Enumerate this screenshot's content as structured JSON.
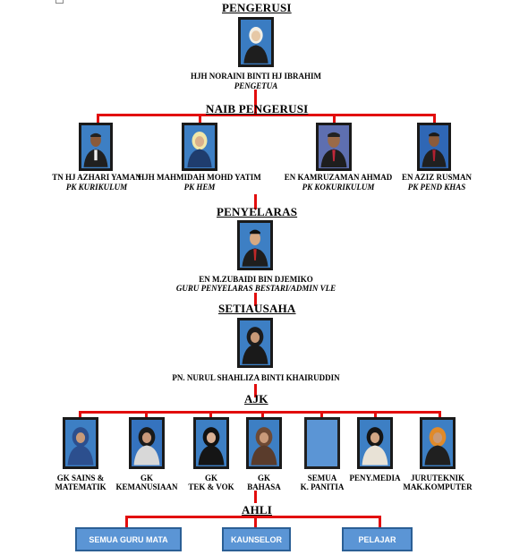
{
  "pengerusi": {
    "heading": "PENGERUSI",
    "name": "HJH NORAINI BINTI HJ IBRAHIM",
    "role": "PENGETUA"
  },
  "naib_pengerusi": {
    "heading": "NAIB PENGERUSI",
    "members": [
      {
        "name": "TN HJ AZHARI YAMAN",
        "role": "PK KURIKULUM"
      },
      {
        "name": "HJH MAHMIDAH MOHD YATIM",
        "role": "PK HEM"
      },
      {
        "name": "EN KAMRUZAMAN AHMAD",
        "role": "PK KOKURIKULUM"
      },
      {
        "name": "EN AZIZ RUSMAN",
        "role": "PK PEND KHAS"
      }
    ]
  },
  "penyelaras": {
    "heading": "PENYELARAS",
    "name": "EN M.ZUBAIDI BIN DJEMIKO",
    "role": "GURU PENYELARAS BESTARI/ADMIN VLE"
  },
  "setiausaha": {
    "heading": "SETIAUSAHA",
    "name": "PN. NURUL SHAHLIZA BINTI KHAIRUDDIN"
  },
  "ajk": {
    "heading": "AJK",
    "members": [
      {
        "line1": "GK SAINS &",
        "line2": "MATEMATIK"
      },
      {
        "line1": "GK",
        "line2": "KEMANUSIAAN"
      },
      {
        "line1": "GK",
        "line2": "TEK & VOK"
      },
      {
        "line1": "GK",
        "line2": "BAHASA"
      },
      {
        "line1": "SEMUA",
        "line2": "K. PANITIA"
      },
      {
        "line1": "PENY.MEDIA",
        "line2": ""
      },
      {
        "line1": "JURUTEKNIK",
        "line2": "MAK.KOMPUTER"
      }
    ]
  },
  "ahli": {
    "heading": "AHLI",
    "boxes": [
      "SEMUA GURU MATA",
      "KAUNSELOR",
      "PELAJAR"
    ]
  },
  "colors": {
    "connector": "#e20d0d",
    "photo_bg": "#3d7fc4",
    "box_fill": "#5b95d5",
    "box_border": "#2b5f95"
  }
}
